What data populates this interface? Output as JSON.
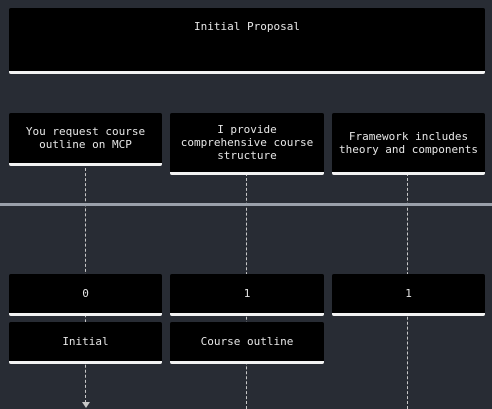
{
  "title": "Initial Proposal",
  "columns": [
    {
      "label": "You request course outline on MCP",
      "value": "0",
      "state": "Initial"
    },
    {
      "label": "I provide comprehensive course structure",
      "value": "1",
      "state": "Course outline"
    },
    {
      "label": "Framework includes theory and components",
      "value": "1",
      "state": ""
    }
  ],
  "colors": {
    "background": "#282c34",
    "box": "#000000",
    "text": "#e6e6e6",
    "underline": "#f2f2f2",
    "separator": "#9aa0aa",
    "connector": "#c8c8c8"
  }
}
